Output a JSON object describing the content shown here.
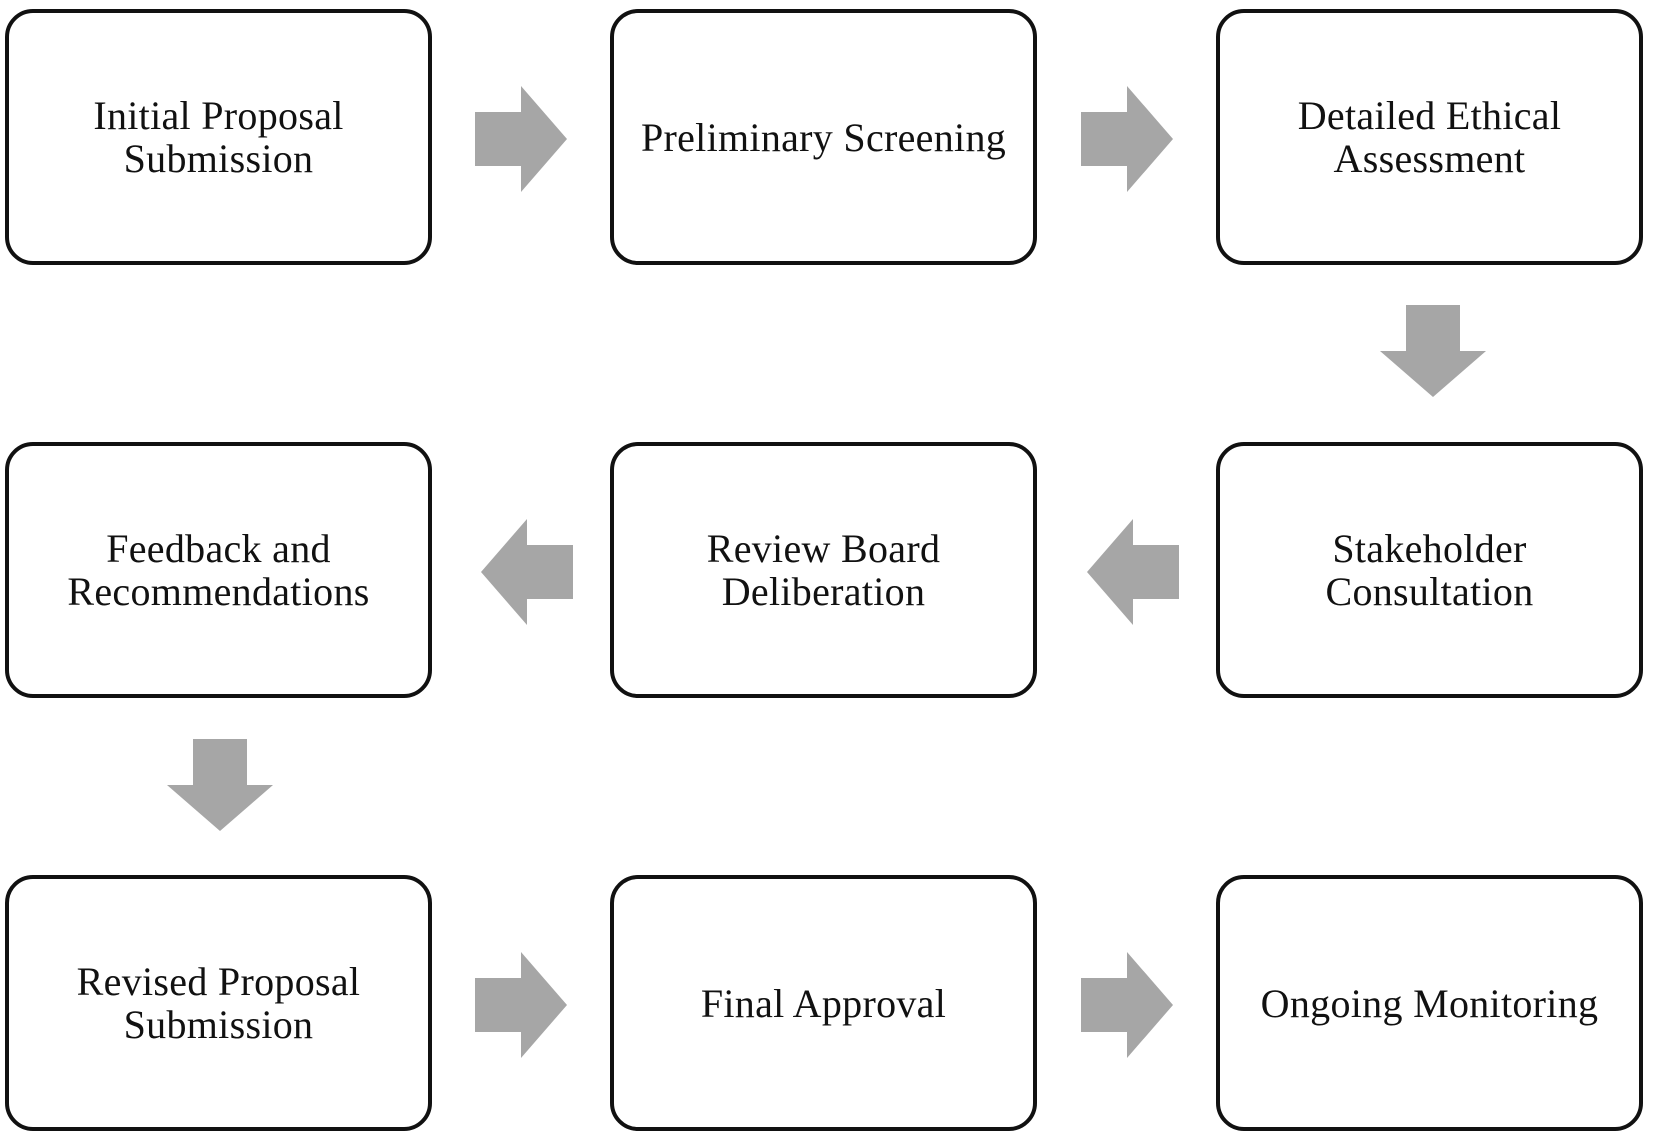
{
  "steps": [
    {
      "id": "initial-proposal-submission",
      "lines": [
        "Initial Proposal",
        "Submission"
      ]
    },
    {
      "id": "preliminary-screening",
      "lines": [
        "Preliminary Screening"
      ]
    },
    {
      "id": "detailed-ethical-assessment",
      "lines": [
        "Detailed Ethical",
        "Assessment"
      ]
    },
    {
      "id": "stakeholder-consultation",
      "lines": [
        "Stakeholder",
        "Consultation"
      ]
    },
    {
      "id": "review-board-deliberation",
      "lines": [
        "Review Board",
        "Deliberation"
      ]
    },
    {
      "id": "feedback-and-recommendations",
      "lines": [
        "Feedback and",
        "Recommendations"
      ]
    },
    {
      "id": "revised-proposal-submission",
      "lines": [
        "Revised Proposal",
        "Submission"
      ]
    },
    {
      "id": "final-approval",
      "lines": [
        "Final Approval"
      ]
    },
    {
      "id": "ongoing-monitoring",
      "lines": [
        "Ongoing Monitoring"
      ]
    }
  ],
  "flow": [
    {
      "from": "initial-proposal-submission",
      "to": "preliminary-screening",
      "direction": "right"
    },
    {
      "from": "preliminary-screening",
      "to": "detailed-ethical-assessment",
      "direction": "right"
    },
    {
      "from": "detailed-ethical-assessment",
      "to": "stakeholder-consultation",
      "direction": "down"
    },
    {
      "from": "stakeholder-consultation",
      "to": "review-board-deliberation",
      "direction": "left"
    },
    {
      "from": "review-board-deliberation",
      "to": "feedback-and-recommendations",
      "direction": "left"
    },
    {
      "from": "feedback-and-recommendations",
      "to": "revised-proposal-submission",
      "direction": "down"
    },
    {
      "from": "revised-proposal-submission",
      "to": "final-approval",
      "direction": "right"
    },
    {
      "from": "final-approval",
      "to": "ongoing-monitoring",
      "direction": "right"
    }
  ],
  "colors": {
    "box_border": "#111111",
    "box_fill": "#ffffff",
    "text": "#111111",
    "arrow": "#a6a6a6"
  }
}
